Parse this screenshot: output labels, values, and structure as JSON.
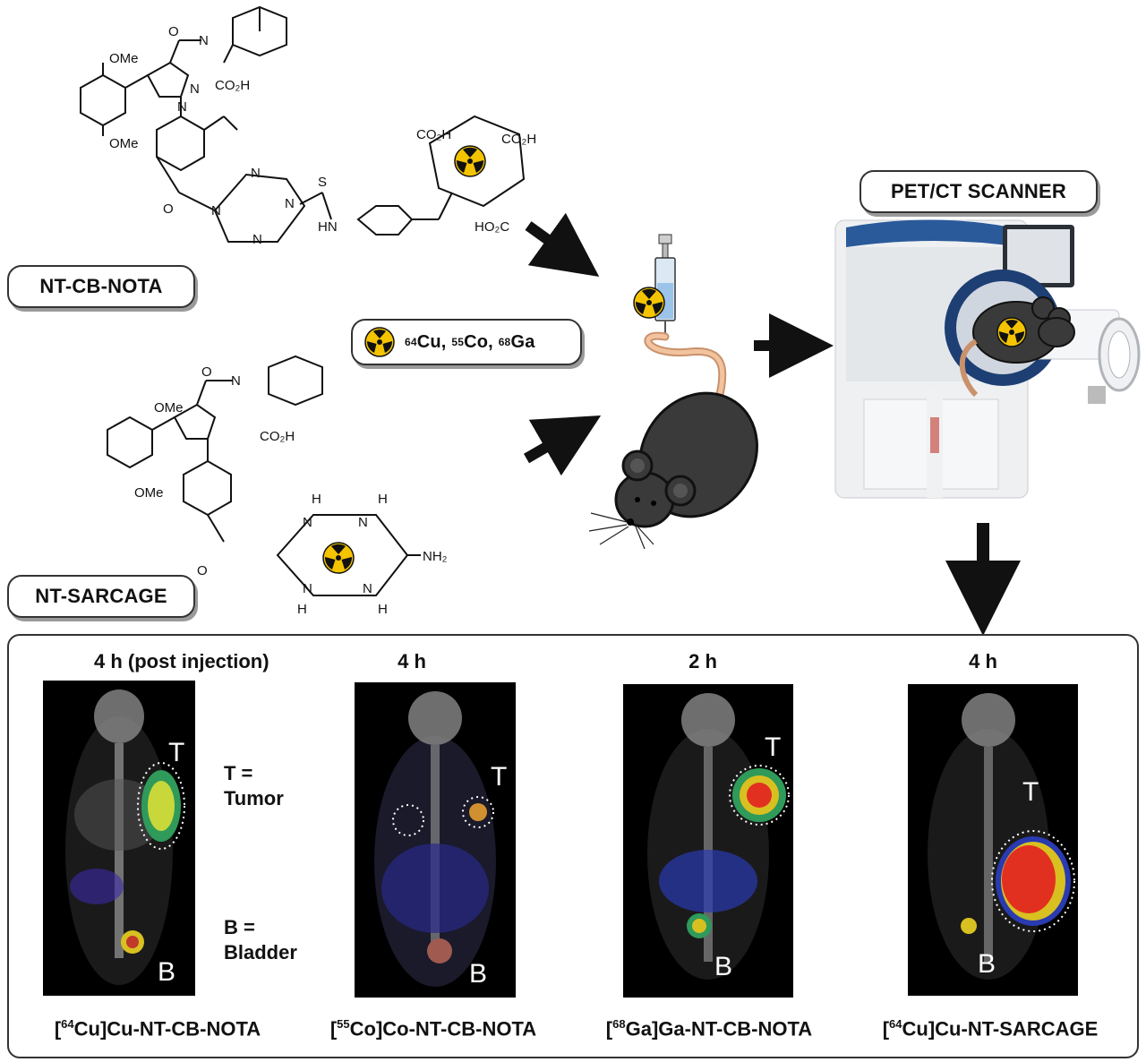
{
  "labels": {
    "nt_cb_nota": "NT-CB-NOTA",
    "nt_sarcage": "NT-SARCAGE",
    "pet_ct_scanner": "PET/CT SCANNER",
    "isotopes": {
      "cu_mass": "64",
      "cu_sym": "Cu, ",
      "co_mass": "55",
      "co_sym": "Co, ",
      "ga_mass": "68",
      "ga_sym": "Ga"
    }
  },
  "chemistry": {
    "ome_top": "OMe",
    "ome_bottom": "OMe",
    "co2h": "CO₂H",
    "nh": "N",
    "s": "S",
    "hn": "HN",
    "ho2c": "HO₂C",
    "nh2": "NH₂",
    "h": "H",
    "n": "N",
    "o": "O"
  },
  "panel": {
    "legend_tumor_1": "T =",
    "legend_tumor_2": "Tumor",
    "legend_bladder_1": "B =",
    "legend_bladder_2": "Bladder",
    "scans": [
      {
        "time": "4 h  (post injection)",
        "mass": "64",
        "caption_pre": "[",
        "caption_el": "Cu]Cu-NT-CB-NOTA",
        "tumor": "T",
        "bladder": "B"
      },
      {
        "time": "4 h",
        "mass": "55",
        "caption_pre": "[",
        "caption_el": "Co]Co-NT-CB-NOTA",
        "tumor": "T",
        "bladder": "B"
      },
      {
        "time": "2 h",
        "mass": "68",
        "caption_pre": "[",
        "caption_el": "Ga]Ga-NT-CB-NOTA",
        "tumor": "T",
        "bladder": "B"
      },
      {
        "time": "4 h",
        "mass": "64",
        "caption_pre": "[",
        "caption_el": "Cu]Cu-NT-SARCAGE",
        "tumor": "T",
        "bladder": "B"
      }
    ]
  },
  "colors": {
    "radiation_yellow": "#f5c400",
    "mouse_body": "#3a3a3a",
    "scanner_blue": "#2a5a9a",
    "panel_border": "#333333"
  }
}
